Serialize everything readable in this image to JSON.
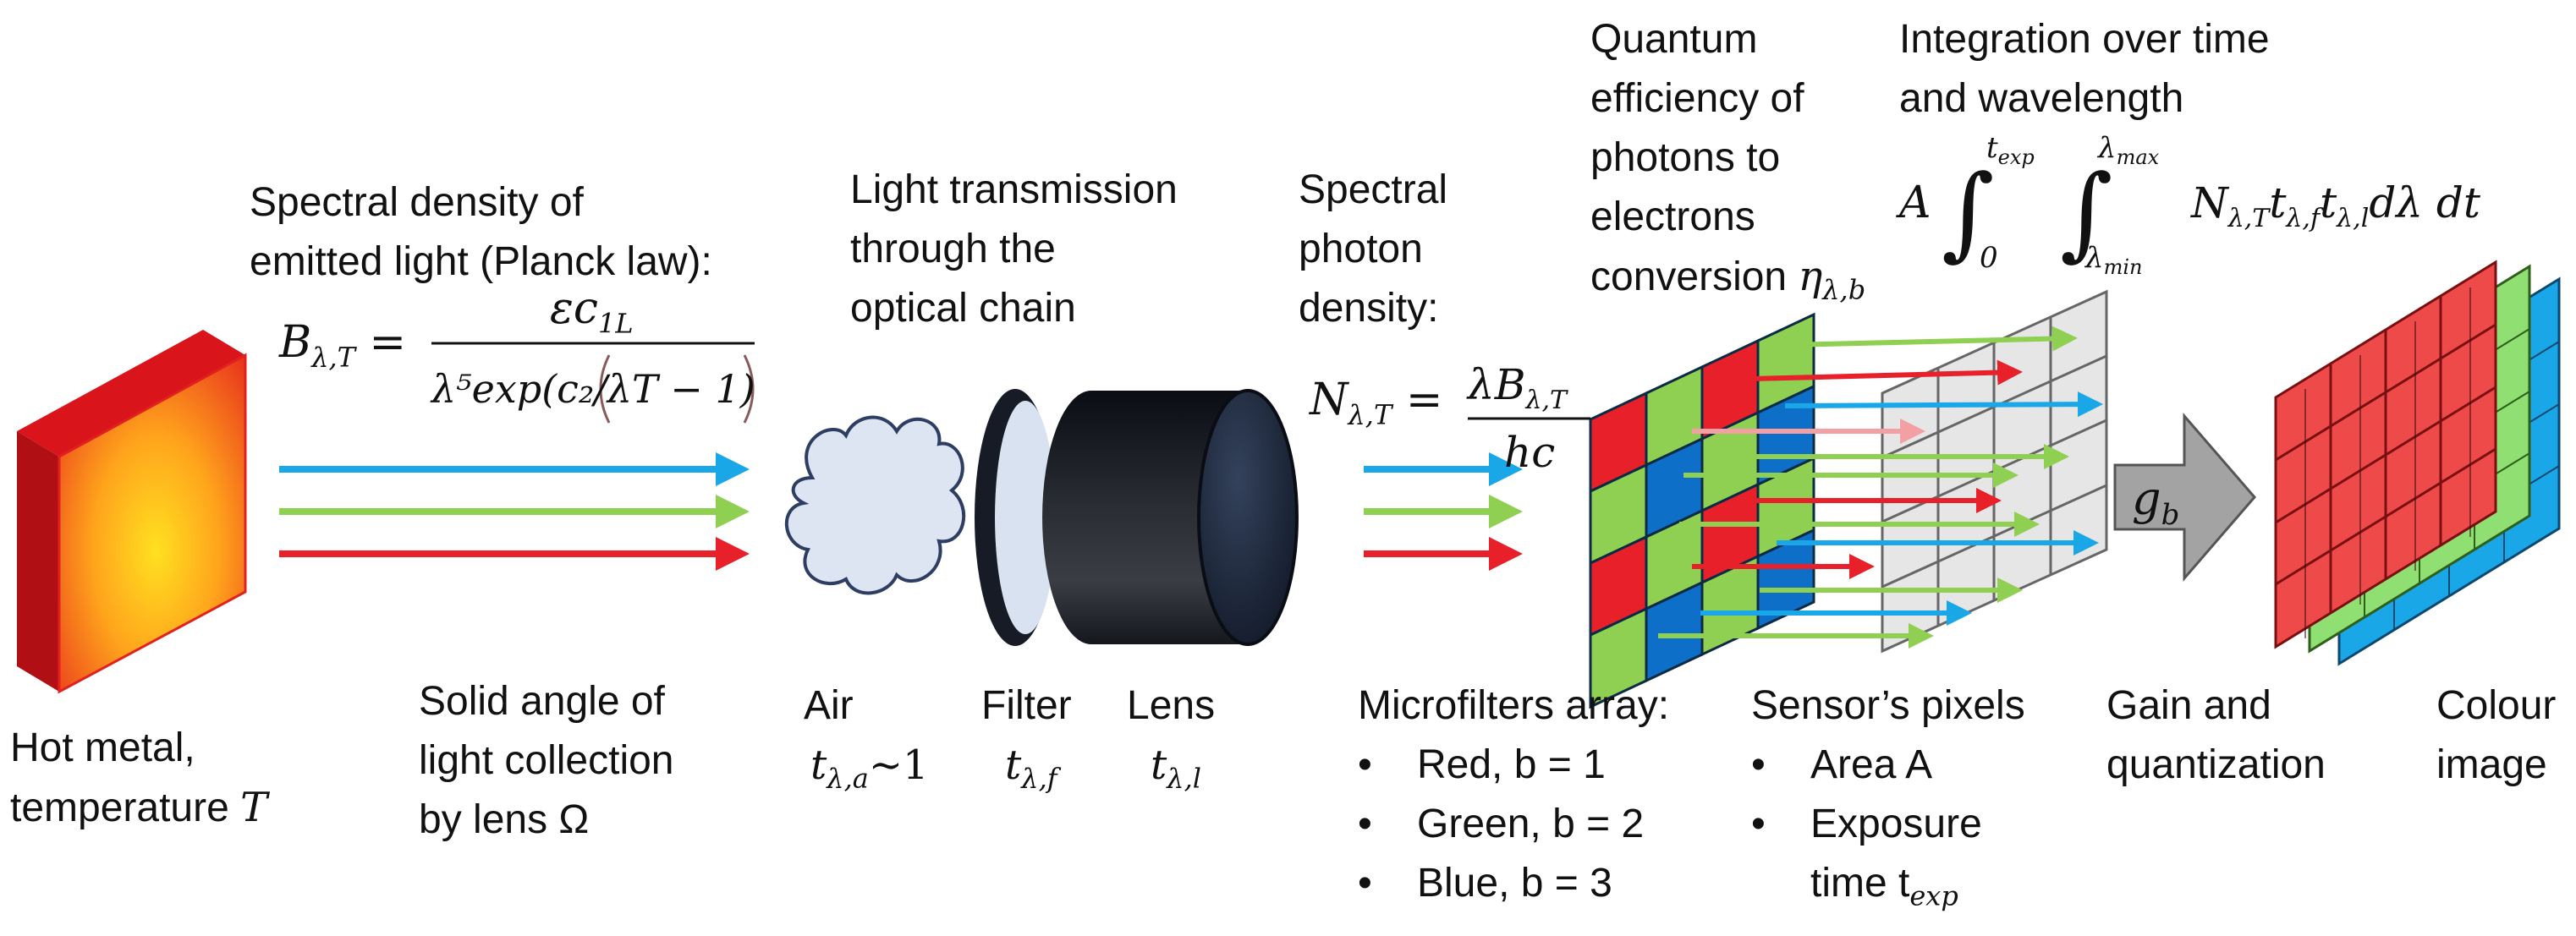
{
  "stages": {
    "hot_metal": {
      "line1": "Hot metal,",
      "line2_prefix": "temperature ",
      "line2_var": "T"
    },
    "planck": {
      "line1": "Spectral density of",
      "line2": "emitted light (Planck law):",
      "lhs": "B",
      "lhs_sub": "λ,T",
      "numerator": "εc",
      "numerator_sub": "1L",
      "denominator": "λ⁵exp(c₂/λT − 1)"
    },
    "solid_angle": {
      "line1": "Solid angle of",
      "line2": "light collection",
      "line3": "by lens Ω"
    },
    "transmission": {
      "line1": "Light transmission",
      "line2": "through the",
      "line3": "optical chain"
    },
    "air": {
      "name": "Air",
      "symbol": "t",
      "sub": "λ,a",
      "suffix": "∼1"
    },
    "filter": {
      "name": "Filter",
      "symbol": "t",
      "sub": "λ,f"
    },
    "lens": {
      "name": "Lens",
      "symbol": "t",
      "sub": "λ,l"
    },
    "photon_density": {
      "line1": "Spectral",
      "line2": "photon",
      "line3": "density:",
      "lhs": "N",
      "lhs_sub": "λ,T",
      "numerator": "λB",
      "numerator_sub": "λ,T",
      "denominator": "hc"
    },
    "quantum": {
      "line1": "Quantum",
      "line2": "efficiency of",
      "line3": "photons to",
      "line4": "electrons",
      "line5_prefix": "conversion ",
      "symbol": "η",
      "sub": "λ,b"
    },
    "integration": {
      "line1": "Integration over time",
      "line2": "and wavelength",
      "formula": "A ∫₀^{t_exp} ∫_{λmin}^{λmax} N λ,T t λ,f t λ,l dλ dt"
    },
    "microfilters": {
      "title": "Microfilters array:",
      "items": [
        "Red, b = 1",
        "Green, b = 2",
        "Blue, b = 3"
      ]
    },
    "sensor": {
      "title": "Sensor’s pixels",
      "items": [
        "Area A",
        "Exposure",
        "time t"
      ],
      "time_sub": "exp"
    },
    "gain": {
      "line1": "Gain and",
      "line2": "quantization",
      "symbol": "g",
      "sub": "b"
    },
    "colour": {
      "line1": "Colour",
      "line2": "image"
    }
  },
  "colors": {
    "red": "#e8202a",
    "green": "#8fcf52",
    "blue": "#1aa7e8",
    "bayer_blue": "#0e6fc9",
    "sensor_grey": "#e6e6e6",
    "cloud": "#dde5f3",
    "lens_dark": "#141c2a",
    "gain_arrow": "#a3a3a3"
  }
}
